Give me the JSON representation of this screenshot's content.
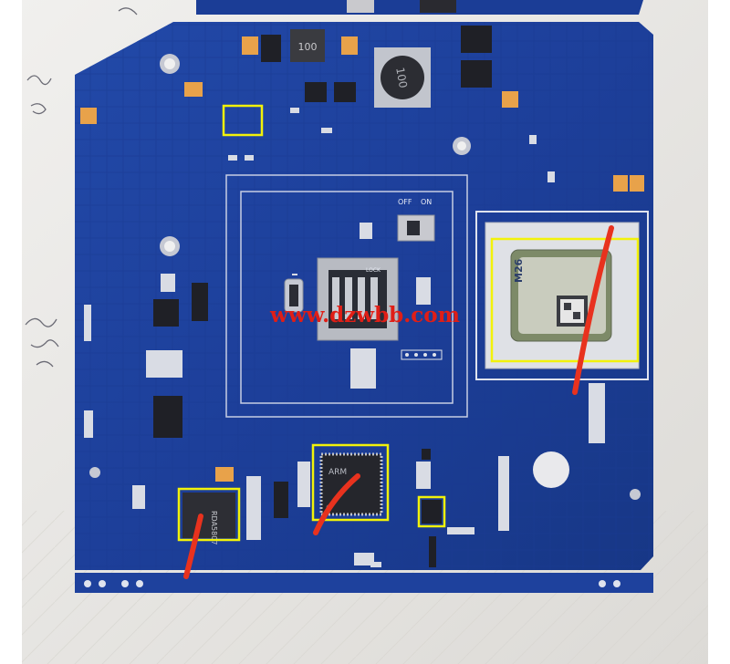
{
  "image": {
    "watermark_text": "www.dzwbb.com",
    "silkscreen": {
      "switch_off": "OFF",
      "switch_on": "ON",
      "sim_lock": "LOCK",
      "inductor_top": "100",
      "inductor_small": "100",
      "module_name": "M26",
      "mcu_brand": "ARM",
      "chip_label": "RDA5807"
    },
    "colors": {
      "pcb_blue": "#1d3f9a",
      "pcb_dark": "#142f7a",
      "silkscreen": "#e8ecf5",
      "highlight_box": "#f2f20a",
      "annotation_stroke": "#e8321e",
      "background_paper": "#ecebe8"
    }
  }
}
